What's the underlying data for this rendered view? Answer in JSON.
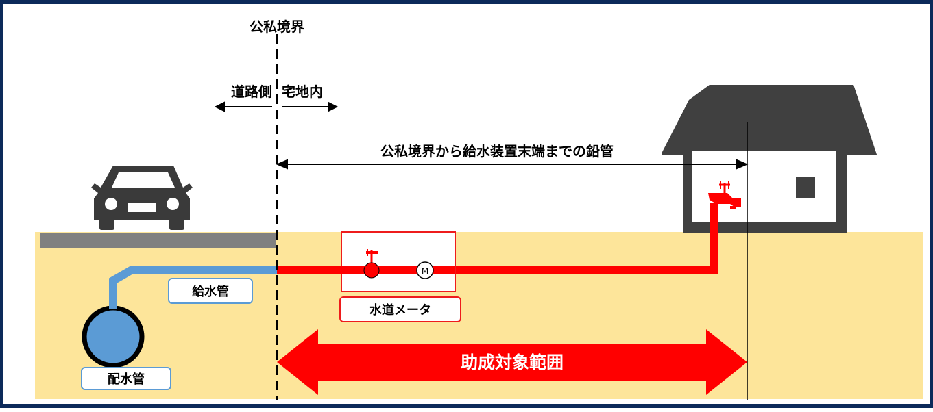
{
  "labels": {
    "boundary": "公私境界",
    "road_side": "道路側",
    "residential_side": "宅地内",
    "lead_pipe": "公私境界から給水装置末端までの鉛管",
    "service_pipe": "給水管",
    "distribution_pipe": "配水管",
    "water_meter": "水道メータ",
    "subsidy_range": "助成対象範囲",
    "meter_symbol": "M"
  },
  "colors": {
    "frame": "#0c2a5a",
    "ground": "#fde59a",
    "road": "#808080",
    "lead_pipe": "#ff0000",
    "service_pipe": "#5b9bd5",
    "house": "#404040",
    "car": "#3a3a3a"
  },
  "icons": [
    "car-icon",
    "house-icon",
    "faucet-icon",
    "valve-icon",
    "meter-icon"
  ]
}
